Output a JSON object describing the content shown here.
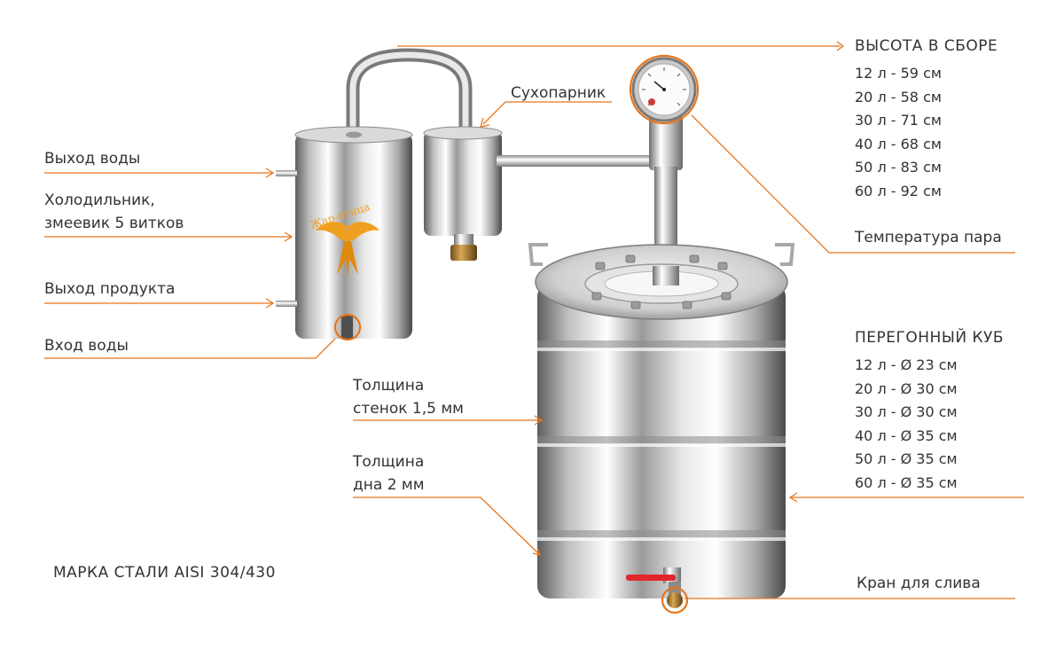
{
  "labels": {
    "height_title": "ВЫСОТА В СБОРЕ",
    "dry_steamer": "Сухопарник",
    "water_out": "Выход воды",
    "cooler_line1": "Холодильник,",
    "cooler_line2": "змеевик 5 витков",
    "product_out": "Выход продукта",
    "water_in": "Вход воды",
    "steam_temp": "Температура пара",
    "still_title": "ПЕРЕГОННЫЙ КУБ",
    "wall_line1": "Толщина",
    "wall_line2": "стенок 1,5 мм",
    "bottom_line1": "Толщина",
    "bottom_line2": "дна 2 мм",
    "steel": "МАРКА СТАЛИ AISI 304/430",
    "drain_tap": "Кран для слива",
    "brand_logo_text": "Жар-птица"
  },
  "heights": [
    "12 л - 59 см",
    "20 л - 58 см",
    "30 л - 71 см",
    "40 л - 68 см",
    "50 л - 83 см",
    "60 л - 92 см"
  ],
  "diameters": [
    "12 л - Ø 23 см",
    "20 л - Ø 30 см",
    "30 л - Ø 30 см",
    "40 л - Ø 35 см",
    "50 л - Ø 35 см",
    "60 л - Ø 35 см"
  ],
  "colors": {
    "accent": "#e8751a",
    "text": "#333333",
    "valve": "#e0262a",
    "logo": "#f0a020"
  }
}
